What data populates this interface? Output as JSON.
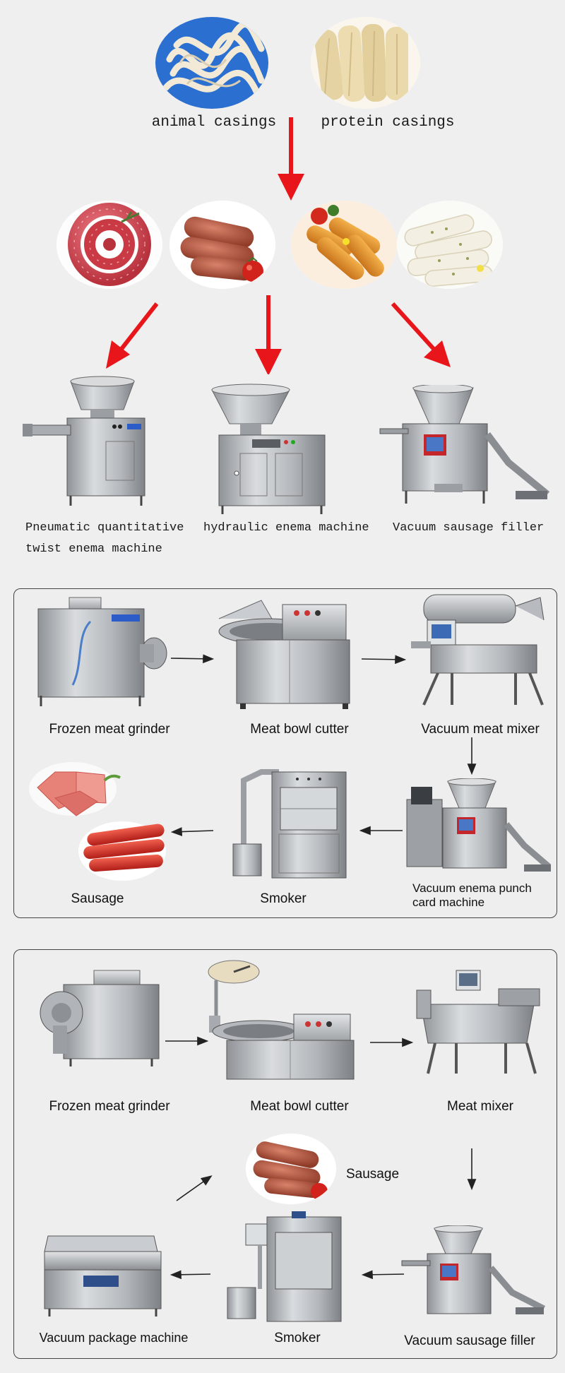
{
  "casings": {
    "animal": "animal casings",
    "protein": "protein casings"
  },
  "machines_top": {
    "pneumatic_line1": "Pneumatic quantitative",
    "pneumatic_line2": "twist enema machine",
    "hydraulic": "hydraulic enema machine",
    "vacuum_filler": "Vacuum sausage filler"
  },
  "line1": {
    "grinder": "Frozen meat grinder",
    "cutter": "Meat bowl cutter",
    "mixer": "Vacuum meat mixer",
    "enema_line1": "Vacuum enema punch",
    "enema_line2": "card machine",
    "smoker": "Smoker",
    "sausage": "Sausage"
  },
  "line2": {
    "grinder": "Frozen meat grinder",
    "cutter": "Meat bowl cutter",
    "mixer": "Meat mixer",
    "sausage": "Sausage",
    "filler": "Vacuum sausage filler",
    "smoker": "Smoker",
    "package": "Vacuum package machine"
  },
  "colors": {
    "arrow_red": "#e8161b",
    "background": "#f0eff0",
    "steel": "#b9bcbf"
  }
}
